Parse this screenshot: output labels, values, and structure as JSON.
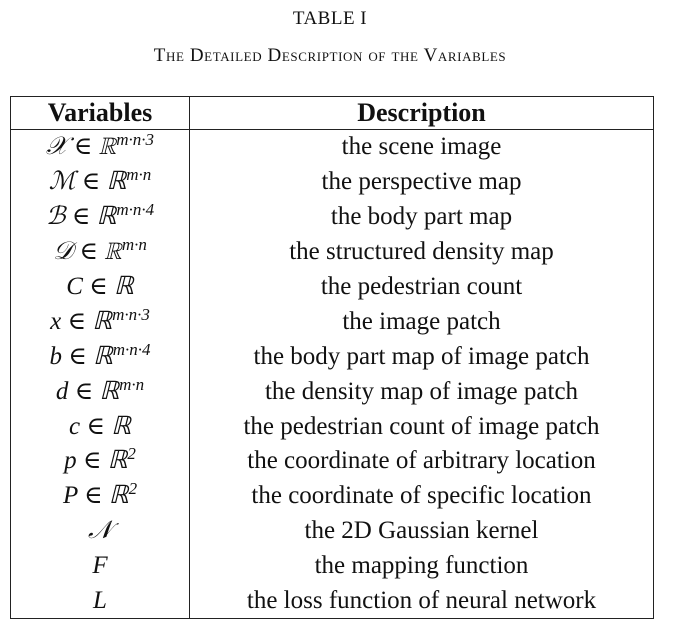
{
  "caption": {
    "label": "TABLE I",
    "title": "The Detailed Description of the Variables"
  },
  "headers": [
    "Variables",
    "Description"
  ],
  "rows": [
    {
      "var": "𝒳 ∈ ℝ",
      "sup": "m·n·3",
      "desc": "the scene image"
    },
    {
      "var": "ℳ ∈ ℝ",
      "sup": "m·n",
      "desc": "the perspective map"
    },
    {
      "var": "ℬ ∈ ℝ",
      "sup": "m·n·4",
      "desc": "the body part map"
    },
    {
      "var": "𝒟 ∈ ℝ",
      "sup": "m·n",
      "desc": "the structured density map"
    },
    {
      "var": "C ∈ ℝ",
      "sup": "",
      "desc": "the pedestrian count"
    },
    {
      "var": "x ∈ ℝ",
      "sup": "m·n·3",
      "desc": "the image patch"
    },
    {
      "var": "b ∈ ℝ",
      "sup": "m·n·4",
      "desc": "the body part map of image patch"
    },
    {
      "var": "d ∈ ℝ",
      "sup": "m·n",
      "desc": "the density map of image patch"
    },
    {
      "var": "c ∈ ℝ",
      "sup": "",
      "desc": "the pedestrian count of image patch"
    },
    {
      "var": "p ∈ ℝ",
      "sup": "2",
      "desc": "the coordinate of arbitrary location"
    },
    {
      "var": "P ∈ ℝ",
      "sup": "2",
      "desc": "the coordinate of specific location"
    },
    {
      "var": "𝒩",
      "sup": "",
      "desc": "the 2D Gaussian kernel"
    },
    {
      "var": "F",
      "sup": "",
      "desc": "the mapping function"
    },
    {
      "var": "L",
      "sup": "",
      "desc": "the loss function of neural network"
    }
  ]
}
